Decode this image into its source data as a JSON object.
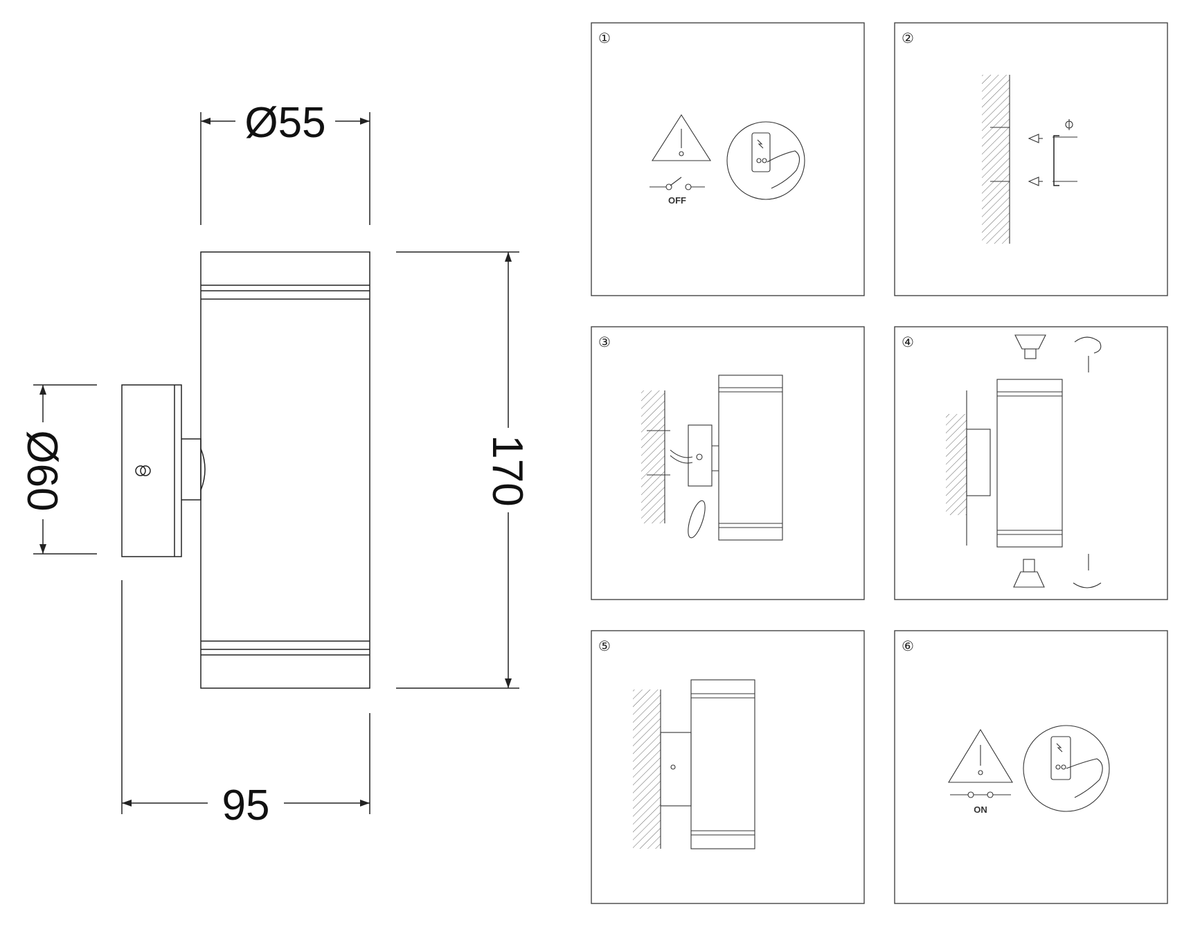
{
  "dimensions": {
    "diameter_top": "Ø55",
    "diameter_side": "Ø60",
    "height": "170",
    "depth": "95"
  },
  "steps": [
    {
      "number": "①",
      "label": "OFF"
    },
    {
      "number": "②"
    },
    {
      "number": "③"
    },
    {
      "number": "④"
    },
    {
      "number": "⑤"
    },
    {
      "number": "⑥",
      "label": "ON"
    }
  ],
  "icons": [
    "warning-triangle-icon",
    "switch-icon",
    "electric-panel-icon",
    "hand-pointer-icon",
    "screw-icon",
    "mounting-bracket-icon",
    "gu10-bulb-icon",
    "rotate-arrow-icon"
  ]
}
